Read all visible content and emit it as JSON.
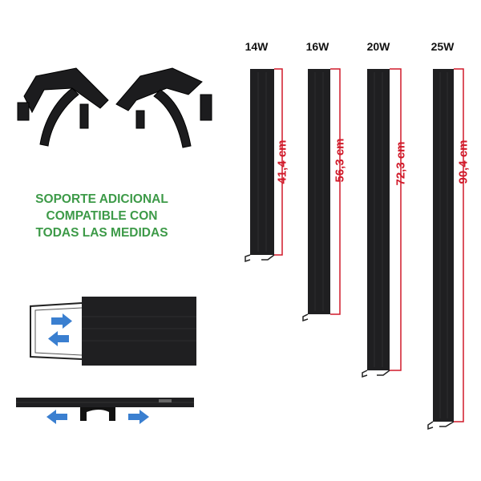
{
  "promo_text": {
    "line1": "SOPORTE ADICIONAL",
    "line2": "COMPATIBLE CON",
    "line3": "TODAS LAS MEDIDAS",
    "color": "#3d9a48"
  },
  "models": [
    {
      "watts": "14W",
      "length": "41,4 cm"
    },
    {
      "watts": "16W",
      "length": "56,3 cm"
    },
    {
      "watts": "20W",
      "length": "72,3 cm"
    },
    {
      "watts": "25W",
      "length": "90,4 cm"
    }
  ],
  "colors": {
    "dimension": "#d11a2a",
    "arrow": "#3a7fd0",
    "lamp": "#1f1f21"
  }
}
